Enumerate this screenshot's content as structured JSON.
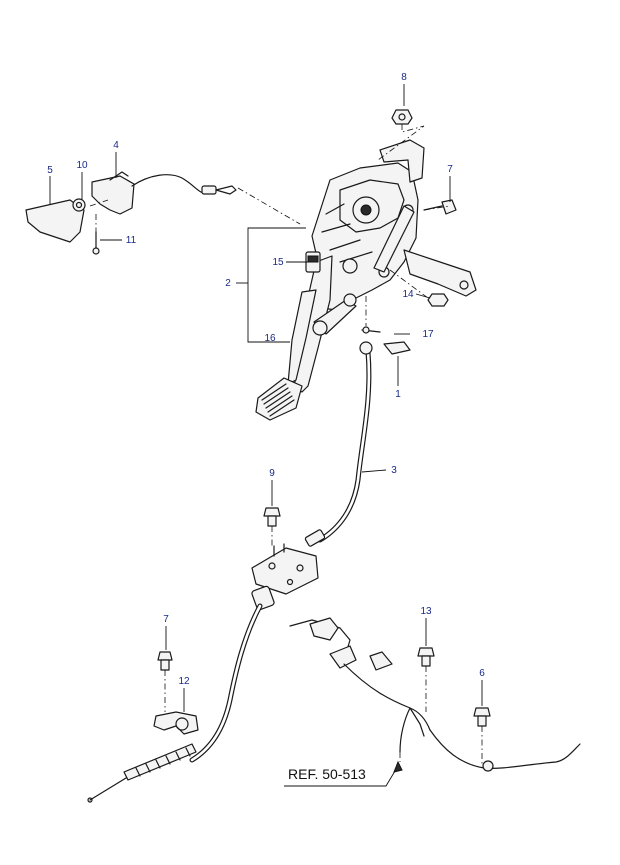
{
  "callouts": {
    "c1": "1",
    "c2": "2",
    "c3": "3",
    "c4": "4",
    "c5": "5",
    "c6": "6",
    "c7a": "7",
    "c7b": "7",
    "c8": "8",
    "c9": "9",
    "c10": "10",
    "c11": "11",
    "c12": "12",
    "c13": "13",
    "c14": "14",
    "c15": "15",
    "c16": "16",
    "c17": "17"
  },
  "reference": {
    "label": "REF. 50-513"
  },
  "colors": {
    "callout_text": "#1a2a88",
    "line": "#1a1a1a"
  }
}
